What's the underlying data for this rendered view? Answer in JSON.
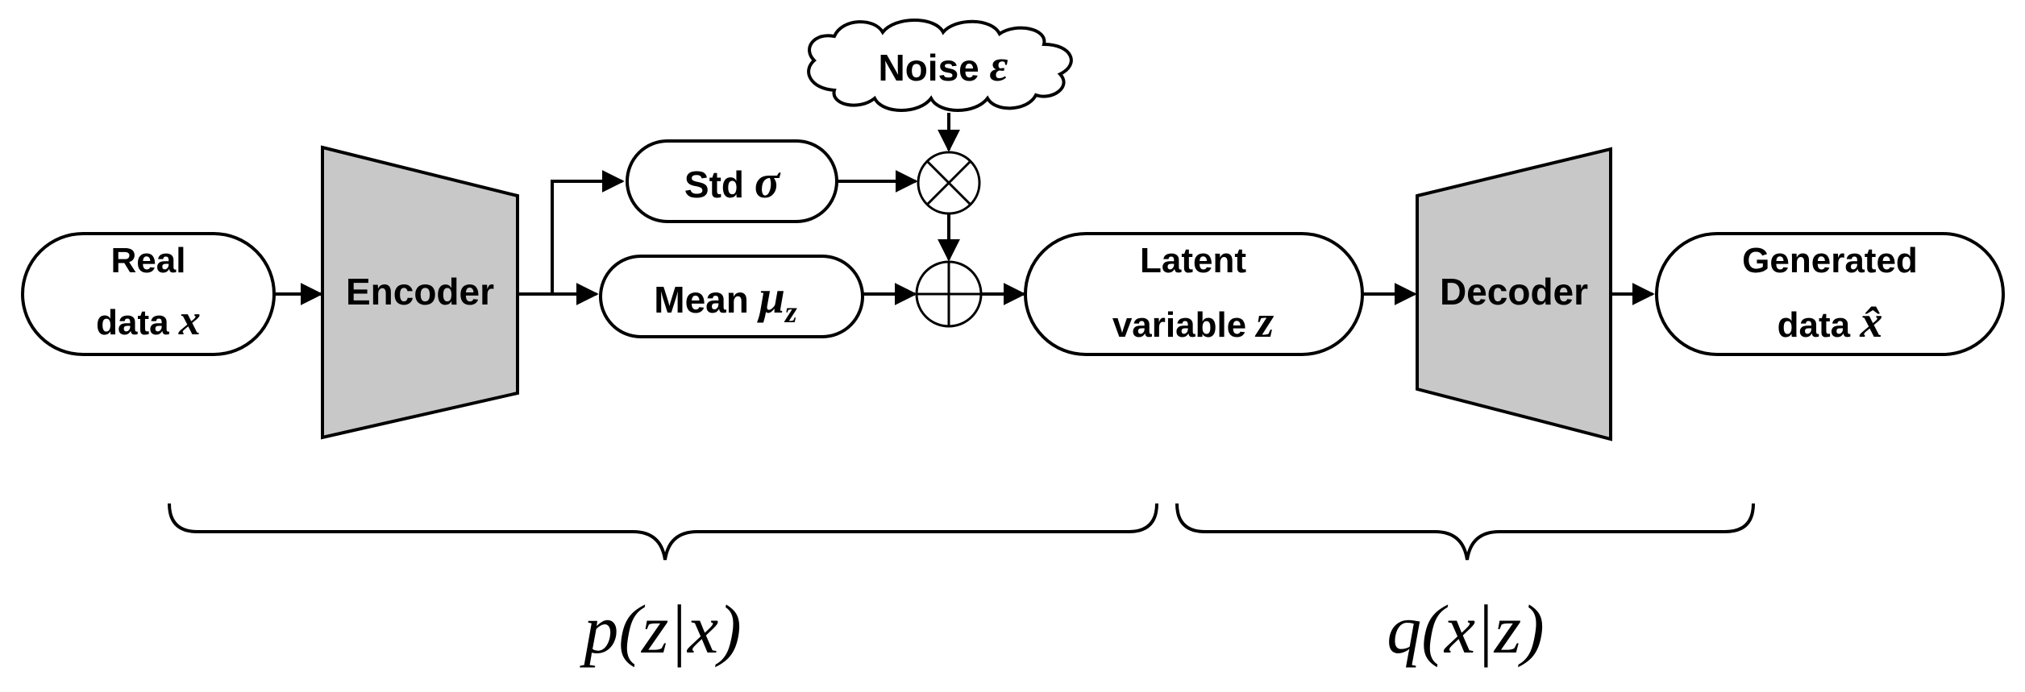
{
  "diagram": {
    "real_data": {
      "line1": "Real",
      "line2_text": "data ",
      "line2_var": "x"
    },
    "encoder": {
      "label": "Encoder"
    },
    "std": {
      "text": "Std ",
      "var": "σ"
    },
    "mean": {
      "text": "Mean ",
      "var": "μ",
      "sub": "z"
    },
    "noise": {
      "text": "Noise ",
      "var": "ε"
    },
    "latent": {
      "line1": "Latent",
      "line2_text": "variable ",
      "line2_var": "z"
    },
    "decoder": {
      "label": "Decoder"
    },
    "generated": {
      "line1": "Generated",
      "line2_text": "data ",
      "line2_var": "x̂"
    },
    "captions": {
      "left": "p(z|x)",
      "right": "q(x|z)"
    },
    "colors": {
      "trapezoid_fill": "#c8c8c8",
      "stroke": "#000000",
      "background": "#ffffff"
    }
  }
}
